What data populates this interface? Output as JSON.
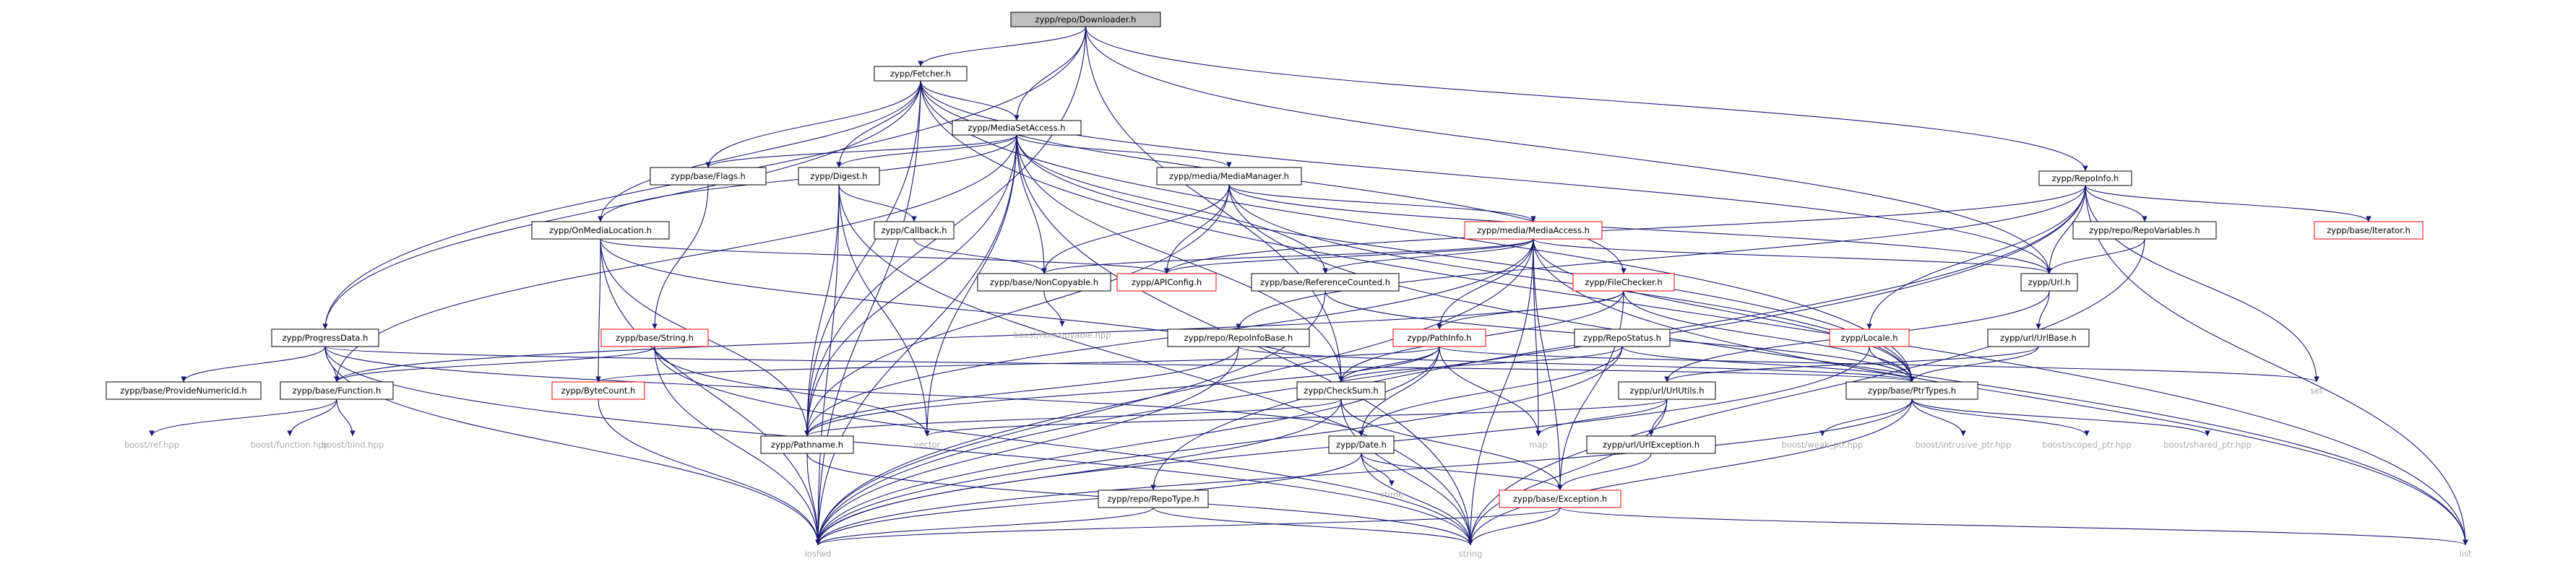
{
  "colors": {
    "edge": "#191970",
    "root_fill": "#bfbfbf",
    "node_fill": "#ffffff",
    "node_border": "#000000",
    "partial_border": "#ff0000",
    "external_text": "#a9a9a9",
    "text": "#000000"
  },
  "graph": {
    "title": "zypp/repo/Downloader.h",
    "nodes": [
      {
        "id": "downloader",
        "label": "zypp/repo/Downloader.h",
        "style": "root"
      },
      {
        "id": "fetcher",
        "label": "zypp/Fetcher.h",
        "style": "normal"
      },
      {
        "id": "mediasetaccess",
        "label": "zypp/MediaSetAccess.h",
        "style": "normal"
      },
      {
        "id": "repoinfo",
        "label": "zypp/RepoInfo.h",
        "style": "normal"
      },
      {
        "id": "flags",
        "label": "zypp/base/Flags.h",
        "style": "normal"
      },
      {
        "id": "digest",
        "label": "zypp/Digest.h",
        "style": "normal"
      },
      {
        "id": "mediamanager",
        "label": "zypp/media/MediaManager.h",
        "style": "normal"
      },
      {
        "id": "onmedialocation",
        "label": "zypp/OnMediaLocation.h",
        "style": "normal"
      },
      {
        "id": "callback",
        "label": "zypp/Callback.h",
        "style": "normal"
      },
      {
        "id": "mediaaccess",
        "label": "zypp/media/MediaAccess.h",
        "style": "partial"
      },
      {
        "id": "repovariables",
        "label": "zypp/repo/RepoVariables.h",
        "style": "normal"
      },
      {
        "id": "iterator",
        "label": "zypp/base/Iterator.h",
        "style": "partial"
      },
      {
        "id": "noncopyable",
        "label": "zypp/base/NonCopyable.h",
        "style": "normal"
      },
      {
        "id": "apiconfig",
        "label": "zypp/APIConfig.h",
        "style": "partial"
      },
      {
        "id": "refcounted",
        "label": "zypp/base/ReferenceCounted.h",
        "style": "normal"
      },
      {
        "id": "filechecker",
        "label": "zypp/FileChecker.h",
        "style": "partial"
      },
      {
        "id": "url",
        "label": "zypp/Url.h",
        "style": "normal"
      },
      {
        "id": "boostnoncopyable",
        "label": "boost/noncopyable.hpp",
        "style": "external"
      },
      {
        "id": "progressdata",
        "label": "zypp/ProgressData.h",
        "style": "normal"
      },
      {
        "id": "string",
        "label": "zypp/base/String.h",
        "style": "partial"
      },
      {
        "id": "repoinfobase",
        "label": "zypp/repo/RepoInfoBase.h",
        "style": "normal"
      },
      {
        "id": "pathinfo",
        "label": "zypp/PathInfo.h",
        "style": "partial"
      },
      {
        "id": "repostatus",
        "label": "zypp/RepoStatus.h",
        "style": "normal"
      },
      {
        "id": "locale",
        "label": "zypp/Locale.h",
        "style": "partial"
      },
      {
        "id": "urlbase",
        "label": "zypp/url/UrlBase.h",
        "style": "normal"
      },
      {
        "id": "providenumericid",
        "label": "zypp/base/ProvideNumericId.h",
        "style": "normal"
      },
      {
        "id": "function",
        "label": "zypp/base/Function.h",
        "style": "normal"
      },
      {
        "id": "bytecount",
        "label": "zypp/ByteCount.h",
        "style": "partial"
      },
      {
        "id": "checksum",
        "label": "zypp/CheckSum.h",
        "style": "normal"
      },
      {
        "id": "urlutils",
        "label": "zypp/url/UrlUtils.h",
        "style": "normal"
      },
      {
        "id": "ptrtypes",
        "label": "zypp/base/PtrTypes.h",
        "style": "normal"
      },
      {
        "id": "set",
        "label": "set",
        "style": "external"
      },
      {
        "id": "boostref",
        "label": "boost/ref.hpp",
        "style": "external"
      },
      {
        "id": "boostfunction",
        "label": "boost/function.hpp",
        "style": "external"
      },
      {
        "id": "boostbind",
        "label": "boost/bind.hpp",
        "style": "external"
      },
      {
        "id": "pathname",
        "label": "zypp/Pathname.h",
        "style": "normal"
      },
      {
        "id": "vector",
        "label": "vector",
        "style": "external"
      },
      {
        "id": "date",
        "label": "zypp/Date.h",
        "style": "normal"
      },
      {
        "id": "map",
        "label": "map",
        "style": "external"
      },
      {
        "id": "urlexception",
        "label": "zypp/url/UrlException.h",
        "style": "normal"
      },
      {
        "id": "weakptr",
        "label": "boost/weak_ptr.hpp",
        "style": "external"
      },
      {
        "id": "intrusiveptr",
        "label": "boost/intrusive_ptr.hpp",
        "style": "external"
      },
      {
        "id": "scopedptr",
        "label": "boost/scoped_ptr.hpp",
        "style": "external"
      },
      {
        "id": "sharedptr",
        "label": "boost/shared_ptr.hpp",
        "style": "external"
      },
      {
        "id": "ctime",
        "label": "ctime",
        "style": "external"
      },
      {
        "id": "repotype",
        "label": "zypp/repo/RepoType.h",
        "style": "normal"
      },
      {
        "id": "exception",
        "label": "zypp/base/Exception.h",
        "style": "partial"
      },
      {
        "id": "iosfwd",
        "label": "iosfwd",
        "style": "external"
      },
      {
        "id": "stdstring",
        "label": "string",
        "style": "external"
      },
      {
        "id": "list",
        "label": "list",
        "style": "external"
      }
    ],
    "edges": [
      [
        "downloader",
        "fetcher"
      ],
      [
        "downloader",
        "mediasetaccess"
      ],
      [
        "downloader",
        "repoinfo"
      ],
      [
        "downloader",
        "progressdata"
      ],
      [
        "downloader",
        "pathname"
      ],
      [
        "downloader",
        "url"
      ],
      [
        "downloader",
        "checksum"
      ],
      [
        "fetcher",
        "mediasetaccess"
      ],
      [
        "fetcher",
        "flags"
      ],
      [
        "fetcher",
        "digest"
      ],
      [
        "fetcher",
        "onmedialocation"
      ],
      [
        "fetcher",
        "progressdata"
      ],
      [
        "fetcher",
        "filechecker"
      ],
      [
        "fetcher",
        "url"
      ],
      [
        "fetcher",
        "pathname"
      ],
      [
        "fetcher",
        "iosfwd"
      ],
      [
        "fetcher",
        "list"
      ],
      [
        "fetcher",
        "ptrtypes"
      ],
      [
        "mediasetaccess",
        "flags"
      ],
      [
        "mediasetaccess",
        "digest"
      ],
      [
        "mediasetaccess",
        "mediamanager"
      ],
      [
        "mediasetaccess",
        "onmedialocation"
      ],
      [
        "mediasetaccess",
        "noncopyable"
      ],
      [
        "mediasetaccess",
        "refcounted"
      ],
      [
        "mediasetaccess",
        "function"
      ],
      [
        "mediasetaccess",
        "pathname"
      ],
      [
        "mediasetaccess",
        "vector"
      ],
      [
        "mediasetaccess",
        "ptrtypes"
      ],
      [
        "mediasetaccess",
        "iosfwd"
      ],
      [
        "mediasetaccess",
        "stdstring"
      ],
      [
        "mediasetaccess",
        "checksum"
      ],
      [
        "repoinfo",
        "repovariables"
      ],
      [
        "repoinfo",
        "iterator"
      ],
      [
        "repoinfo",
        "url"
      ],
      [
        "repoinfo",
        "locale"
      ],
      [
        "repoinfo",
        "repoinfobase"
      ],
      [
        "repoinfo",
        "apiconfig"
      ],
      [
        "repoinfo",
        "repotype"
      ],
      [
        "repoinfo",
        "set"
      ],
      [
        "repoinfo",
        "list"
      ],
      [
        "repoinfo",
        "iosfwd"
      ],
      [
        "flags",
        "string"
      ],
      [
        "digest",
        "callback"
      ],
      [
        "digest",
        "pathname"
      ],
      [
        "digest",
        "vector"
      ],
      [
        "digest",
        "stdstring"
      ],
      [
        "digest",
        "iosfwd"
      ],
      [
        "mediamanager",
        "mediaaccess"
      ],
      [
        "mediamanager",
        "noncopyable"
      ],
      [
        "mediamanager",
        "apiconfig"
      ],
      [
        "mediamanager",
        "pathname"
      ],
      [
        "mediamanager",
        "url"
      ],
      [
        "mediamanager",
        "ptrtypes"
      ],
      [
        "mediamanager",
        "list"
      ],
      [
        "onmedialocation",
        "bytecount"
      ],
      [
        "onmedialocation",
        "checksum"
      ],
      [
        "onmedialocation",
        "pathname"
      ],
      [
        "onmedialocation",
        "iosfwd"
      ],
      [
        "onmedialocation",
        "apiconfig"
      ],
      [
        "callback",
        "noncopyable"
      ],
      [
        "mediaaccess",
        "noncopyable"
      ],
      [
        "mediaaccess",
        "apiconfig"
      ],
      [
        "mediaaccess",
        "refcounted"
      ],
      [
        "mediaaccess",
        "pathinfo"
      ],
      [
        "mediaaccess",
        "url"
      ],
      [
        "mediaaccess",
        "ptrtypes"
      ],
      [
        "mediaaccess",
        "exception"
      ],
      [
        "mediaaccess",
        "pathname"
      ],
      [
        "mediaaccess",
        "iosfwd"
      ],
      [
        "mediaaccess",
        "map"
      ],
      [
        "mediaaccess",
        "list"
      ],
      [
        "mediaaccess",
        "stdstring"
      ],
      [
        "repovariables",
        "url"
      ],
      [
        "repovariables",
        "stdstring"
      ],
      [
        "noncopyable",
        "boostnoncopyable"
      ],
      [
        "refcounted",
        "iosfwd"
      ],
      [
        "refcounted",
        "ptrtypes"
      ],
      [
        "filechecker",
        "pathinfo"
      ],
      [
        "filechecker",
        "checksum"
      ],
      [
        "filechecker",
        "exception"
      ],
      [
        "filechecker",
        "function"
      ],
      [
        "filechecker",
        "ptrtypes"
      ],
      [
        "url",
        "urlbase"
      ],
      [
        "url",
        "urlutils"
      ],
      [
        "progressdata",
        "function"
      ],
      [
        "progressdata",
        "providenumericid"
      ],
      [
        "progressdata",
        "ptrtypes"
      ],
      [
        "progressdata",
        "iosfwd"
      ],
      [
        "progressdata",
        "stdstring"
      ],
      [
        "progressdata",
        "date"
      ],
      [
        "string",
        "iosfwd"
      ],
      [
        "string",
        "vector"
      ],
      [
        "string",
        "stdstring"
      ],
      [
        "string",
        "function"
      ],
      [
        "repoinfobase",
        "pathname"
      ],
      [
        "repoinfobase",
        "ptrtypes"
      ],
      [
        "repoinfobase",
        "iosfwd"
      ],
      [
        "pathinfo",
        "bytecount"
      ],
      [
        "pathinfo",
        "checksum"
      ],
      [
        "pathinfo",
        "date"
      ],
      [
        "pathinfo",
        "pathname"
      ],
      [
        "pathinfo",
        "map"
      ],
      [
        "pathinfo",
        "iosfwd"
      ],
      [
        "pathinfo",
        "set"
      ],
      [
        "repostatus",
        "checksum"
      ],
      [
        "repostatus",
        "date"
      ],
      [
        "repostatus",
        "ptrtypes"
      ],
      [
        "repostatus",
        "iosfwd"
      ],
      [
        "locale",
        "ptrtypes"
      ],
      [
        "locale",
        "iosfwd"
      ],
      [
        "urlbase",
        "urlutils"
      ],
      [
        "urlbase",
        "ptrtypes"
      ],
      [
        "function",
        "boostref"
      ],
      [
        "function",
        "boostfunction"
      ],
      [
        "function",
        "boostbind"
      ],
      [
        "bytecount",
        "iosfwd"
      ],
      [
        "checksum",
        "pathname"
      ],
      [
        "checksum",
        "exception"
      ],
      [
        "checksum",
        "stdstring"
      ],
      [
        "checksum",
        "iosfwd"
      ],
      [
        "urlutils",
        "urlexception"
      ],
      [
        "urlutils",
        "map"
      ],
      [
        "urlutils",
        "vector"
      ],
      [
        "urlutils",
        "stdstring"
      ],
      [
        "ptrtypes",
        "weakptr"
      ],
      [
        "ptrtypes",
        "intrusiveptr"
      ],
      [
        "ptrtypes",
        "scopedptr"
      ],
      [
        "ptrtypes",
        "sharedptr"
      ],
      [
        "ptrtypes",
        "iosfwd"
      ],
      [
        "ptrtypes",
        "stdstring"
      ],
      [
        "pathname",
        "stdstring"
      ],
      [
        "pathname",
        "iosfwd"
      ],
      [
        "date",
        "ctime"
      ],
      [
        "date",
        "exception"
      ],
      [
        "date",
        "iosfwd"
      ],
      [
        "date",
        "stdstring"
      ],
      [
        "urlexception",
        "exception"
      ],
      [
        "repotype",
        "iosfwd"
      ],
      [
        "repotype",
        "stdstring"
      ],
      [
        "exception",
        "iosfwd"
      ],
      [
        "exception",
        "list"
      ],
      [
        "exception",
        "stdstring"
      ]
    ]
  }
}
